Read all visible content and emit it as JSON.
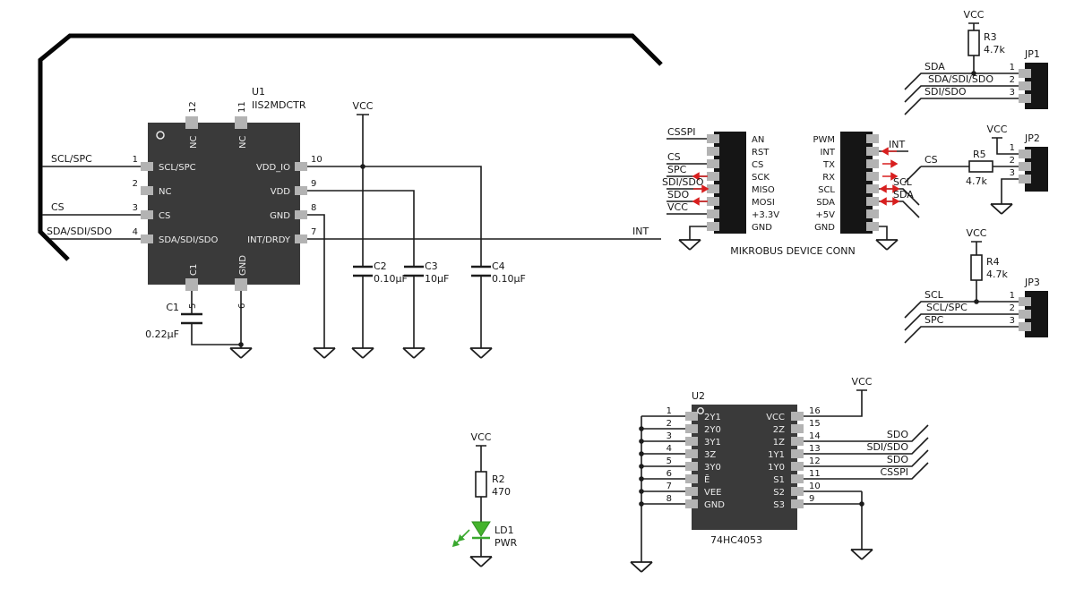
{
  "power": {
    "vcc": "VCC"
  },
  "nets": {
    "scl_spc": "SCL/SPC",
    "cs": "CS",
    "sda_sdi_sdo": "SDA/SDI/SDO",
    "int": "INT"
  },
  "u1": {
    "refdes": "U1",
    "part": "IIS2MDCTR",
    "left_pins": [
      {
        "num": "1",
        "name": "SCL/SPC"
      },
      {
        "num": "2",
        "name": "NC"
      },
      {
        "num": "3",
        "name": "CS"
      },
      {
        "num": "4",
        "name": "SDA/SDI/SDO"
      }
    ],
    "right_pins": [
      {
        "num": "10",
        "name": "VDD_IO"
      },
      {
        "num": "9",
        "name": "VDD"
      },
      {
        "num": "8",
        "name": "GND"
      },
      {
        "num": "7",
        "name": "INT/DRDY"
      }
    ],
    "top_pins": [
      {
        "num": "12",
        "name": "NC"
      },
      {
        "num": "11",
        "name": "NC"
      }
    ],
    "bottom_pins": [
      {
        "num": "5",
        "name": "C1"
      },
      {
        "num": "6",
        "name": "GND"
      }
    ]
  },
  "capacitors": {
    "c1": {
      "ref": "C1",
      "value": "0.22µF"
    },
    "c2": {
      "ref": "C2",
      "value": "0.10µF"
    },
    "c3": {
      "ref": "C3",
      "value": "10µF"
    },
    "c4": {
      "ref": "C4",
      "value": "0.10µF"
    }
  },
  "resistors": {
    "r2": {
      "ref": "R2",
      "value": "470"
    },
    "r3": {
      "ref": "R3",
      "value": "4.7k"
    },
    "r4": {
      "ref": "R4",
      "value": "4.7k"
    },
    "r5": {
      "ref": "R5",
      "value": "4.7k"
    }
  },
  "led": {
    "ref": "LD1",
    "label": "PWR"
  },
  "mikrobus": {
    "title": "MIKROBUS DEVICE CONN",
    "left_pins": [
      "AN",
      "RST",
      "CS",
      "SCK",
      "MISO",
      "MOSI",
      "+3.3V",
      "GND"
    ],
    "left_signals": [
      "CSSPI",
      "CS",
      "SPC",
      "SDI/SDO",
      "SDO",
      "VCC"
    ],
    "right_pins": [
      "PWM",
      "INT",
      "TX",
      "RX",
      "SCL",
      "SDA",
      "+5V",
      "GND"
    ],
    "right_signals": [
      "INT",
      "SCL",
      "SDA"
    ]
  },
  "jp1": {
    "refdes": "JP1",
    "pin_nums": [
      "1",
      "2",
      "3"
    ],
    "signals": [
      "SDA",
      "SDA/SDI/SDO",
      "SDI/SDO"
    ]
  },
  "jp2": {
    "refdes": "JP2",
    "pin_nums": [
      "1",
      "2",
      "3"
    ],
    "signal": "CS"
  },
  "jp3": {
    "refdes": "JP3",
    "pin_nums": [
      "1",
      "2",
      "3"
    ],
    "signals": [
      "SCL",
      "SCL/SPC",
      "SPC"
    ]
  },
  "u2": {
    "refdes": "U2",
    "part": "74HC4053",
    "left_pins": [
      {
        "num": "1",
        "name": "2Y1"
      },
      {
        "num": "2",
        "name": "2Y0"
      },
      {
        "num": "3",
        "name": "3Y1"
      },
      {
        "num": "4",
        "name": "3Z"
      },
      {
        "num": "5",
        "name": "3Y0"
      },
      {
        "num": "6",
        "name": "Ē"
      },
      {
        "num": "7",
        "name": "VEE"
      },
      {
        "num": "8",
        "name": "GND"
      }
    ],
    "right_pins": [
      {
        "num": "16",
        "name": "VCC"
      },
      {
        "num": "15",
        "name": "2Z"
      },
      {
        "num": "14",
        "name": "1Z"
      },
      {
        "num": "13",
        "name": "1Y1"
      },
      {
        "num": "12",
        "name": "1Y0"
      },
      {
        "num": "11",
        "name": "S1"
      },
      {
        "num": "10",
        "name": "S2"
      },
      {
        "num": "9",
        "name": "S3"
      }
    ],
    "right_signals": [
      "SDO",
      "SDI/SDO",
      "SDO",
      "CSSPI"
    ]
  }
}
